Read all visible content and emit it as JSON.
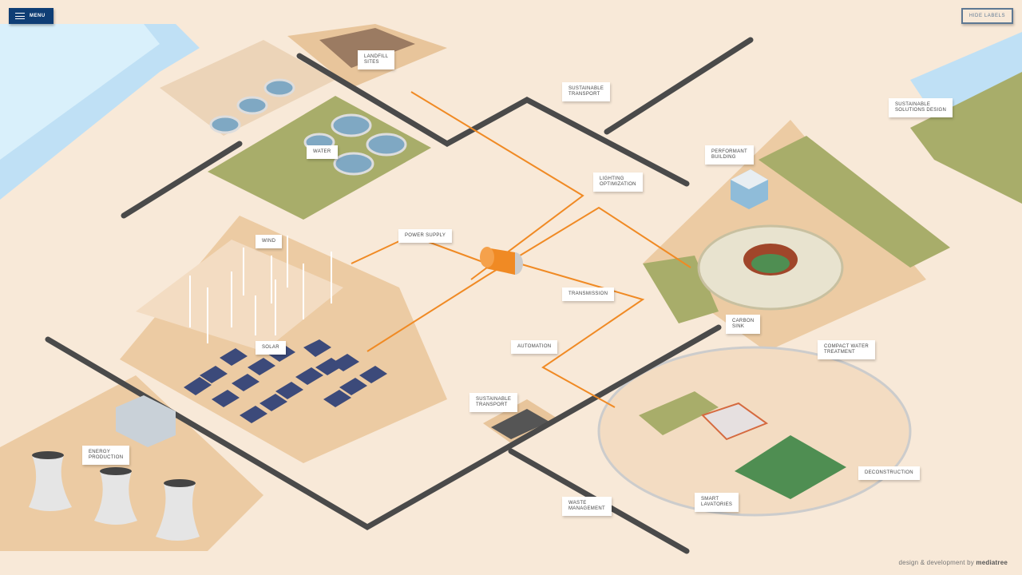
{
  "menu": {
    "label": "MENU",
    "icon": "hamburger-icon"
  },
  "hide_labels": "HIDE LABELS",
  "labels": {
    "landfill": "LANDFILL\nSITES",
    "transport_top": "SUSTAINABLE\nTRANSPORT",
    "solutions": "SUSTAINABLE\nSOLUTIONS DESIGN",
    "water": "WATER",
    "building": "PERFORMANT\nBUILDING",
    "lighting": "LIGHTING\nOPTIMIZATION",
    "power": "POWER SUPPLY",
    "wind": "WIND",
    "transmission": "TRANSMISSION",
    "carbon": "CARBON\nSINK",
    "solar": "SOLAR",
    "automation": "AUTOMATION",
    "compact_water": "COMPACT WATER\nTREATMENT",
    "transport_bottom": "SUSTAINABLE\nTRANSPORT",
    "energy": "ENERGY\nPRODUCTION",
    "deconstruction": "DECONSTRUCTION",
    "lavatories": "SMART\nLAVATORIES",
    "waste": "WASTE\nMANAGEMENT"
  },
  "footer": {
    "text": "design & development by",
    "brand": "mediatree"
  },
  "colors": {
    "background": "#f8e9d8",
    "sand": "#eccba3",
    "water": "#bfe0f5",
    "grass": "#a8ad6a",
    "road": "#4a4a4a",
    "power_line": "#f08a24",
    "menu": "#0f3e75"
  }
}
